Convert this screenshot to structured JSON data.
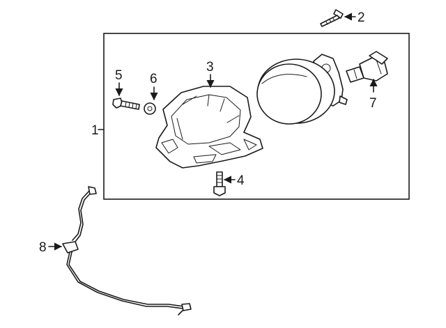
{
  "callouts": {
    "c1": "1",
    "c2": "2",
    "c3": "3",
    "c4": "4",
    "c5": "5",
    "c6": "6",
    "c7": "7",
    "c8": "8"
  },
  "colors": {
    "ink": "#1a1a1a",
    "background": "#ffffff"
  }
}
